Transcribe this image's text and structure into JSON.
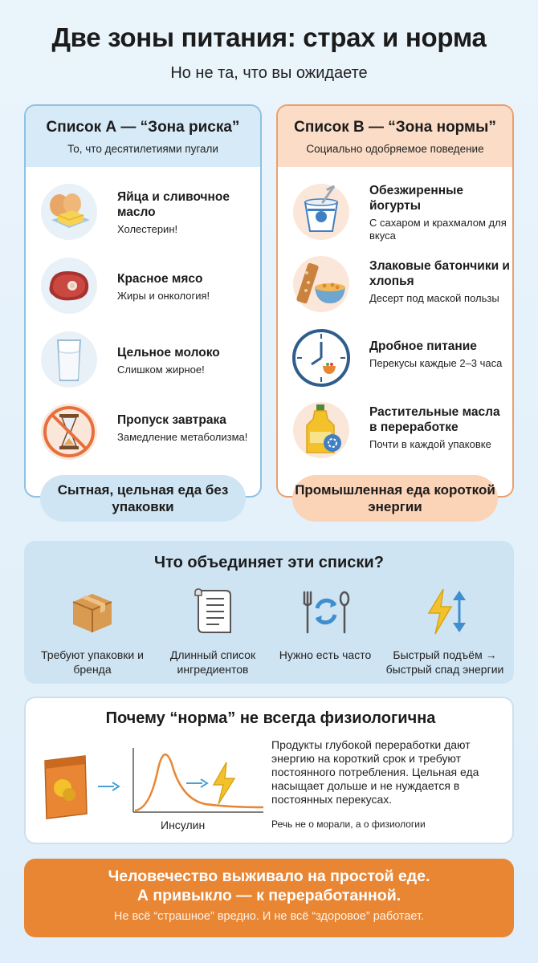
{
  "header": {
    "title": "Две зоны питания: страх и норма",
    "subtitle": "Но не та, что вы ожидаете"
  },
  "list_a": {
    "title": "Список А — “Зона риска”",
    "subtitle": "То, что десятилетиями пугали",
    "items": [
      {
        "title": "Яйца и сливочное масло",
        "desc": "Холестерин!",
        "icon": "eggs-butter-icon"
      },
      {
        "title": "Красное мясо",
        "desc": "Жиры и онкология!",
        "icon": "steak-icon"
      },
      {
        "title": "Цельное молоко",
        "desc": "Слишком жирное!",
        "icon": "milk-glass-icon"
      },
      {
        "title": "Пропуск завтрака",
        "desc": "Замедление метаболизма!",
        "icon": "crossed-hourglass-icon"
      }
    ],
    "footer": "Сытная, цельная еда без упаковки"
  },
  "list_b": {
    "title": "Список В — “Зона нормы”",
    "subtitle": "Социально одобряемое поведение",
    "items": [
      {
        "title": "Обезжиренные йогурты",
        "desc": "С сахаром и крахмалом для вкуса",
        "icon": "yogurt-icon"
      },
      {
        "title": "Злаковые батончики и хлопья",
        "desc": "Десерт под маской пользы",
        "icon": "cereal-bar-icon"
      },
      {
        "title": "Дробное питание",
        "desc": "Перекусы каждые 2–3 часа",
        "icon": "clock-snack-icon"
      },
      {
        "title": "Растительные масла в переработке",
        "desc": "Почти в каждой упаковке",
        "icon": "oil-bottle-icon"
      }
    ],
    "footer": "Промышленная еда короткой энергии"
  },
  "unite": {
    "title": "Что объединяет эти списки?",
    "items": [
      {
        "label": "Требуют упаковки и бренда",
        "icon": "box-icon"
      },
      {
        "label": "Длинный список ингредиентов",
        "icon": "scroll-list-icon"
      },
      {
        "label": "Нужно есть часто",
        "icon": "cutlery-cycle-icon"
      },
      {
        "label": "Быстрый подъём → быстрый спад энергии",
        "icon": "energy-arrows-icon"
      }
    ]
  },
  "why": {
    "title": "Почему “норма” не всегда физиологична",
    "graph_label": "Инсулин",
    "text": "Продукты глубокой переработки дают энергию на короткий срок и требуют постоянного потребления. Цельная еда насыщает дольше и не нуждается в постоянных перекусах.",
    "note": "Речь не о морали, а о физиологии"
  },
  "final": {
    "line1": "Человечество выживало на простой еде.",
    "line2": "А привыкло — к переработанной.",
    "line3": "Не всё “страшное” вредно. И не всё “здоровое” работает."
  },
  "colors": {
    "list_a_accent": "#8ec1e2",
    "list_b_accent": "#eba06c",
    "final_bg": "#e98634",
    "arrow_blue": "#4a9fd4",
    "bolt_yellow": "#f3c22b"
  }
}
